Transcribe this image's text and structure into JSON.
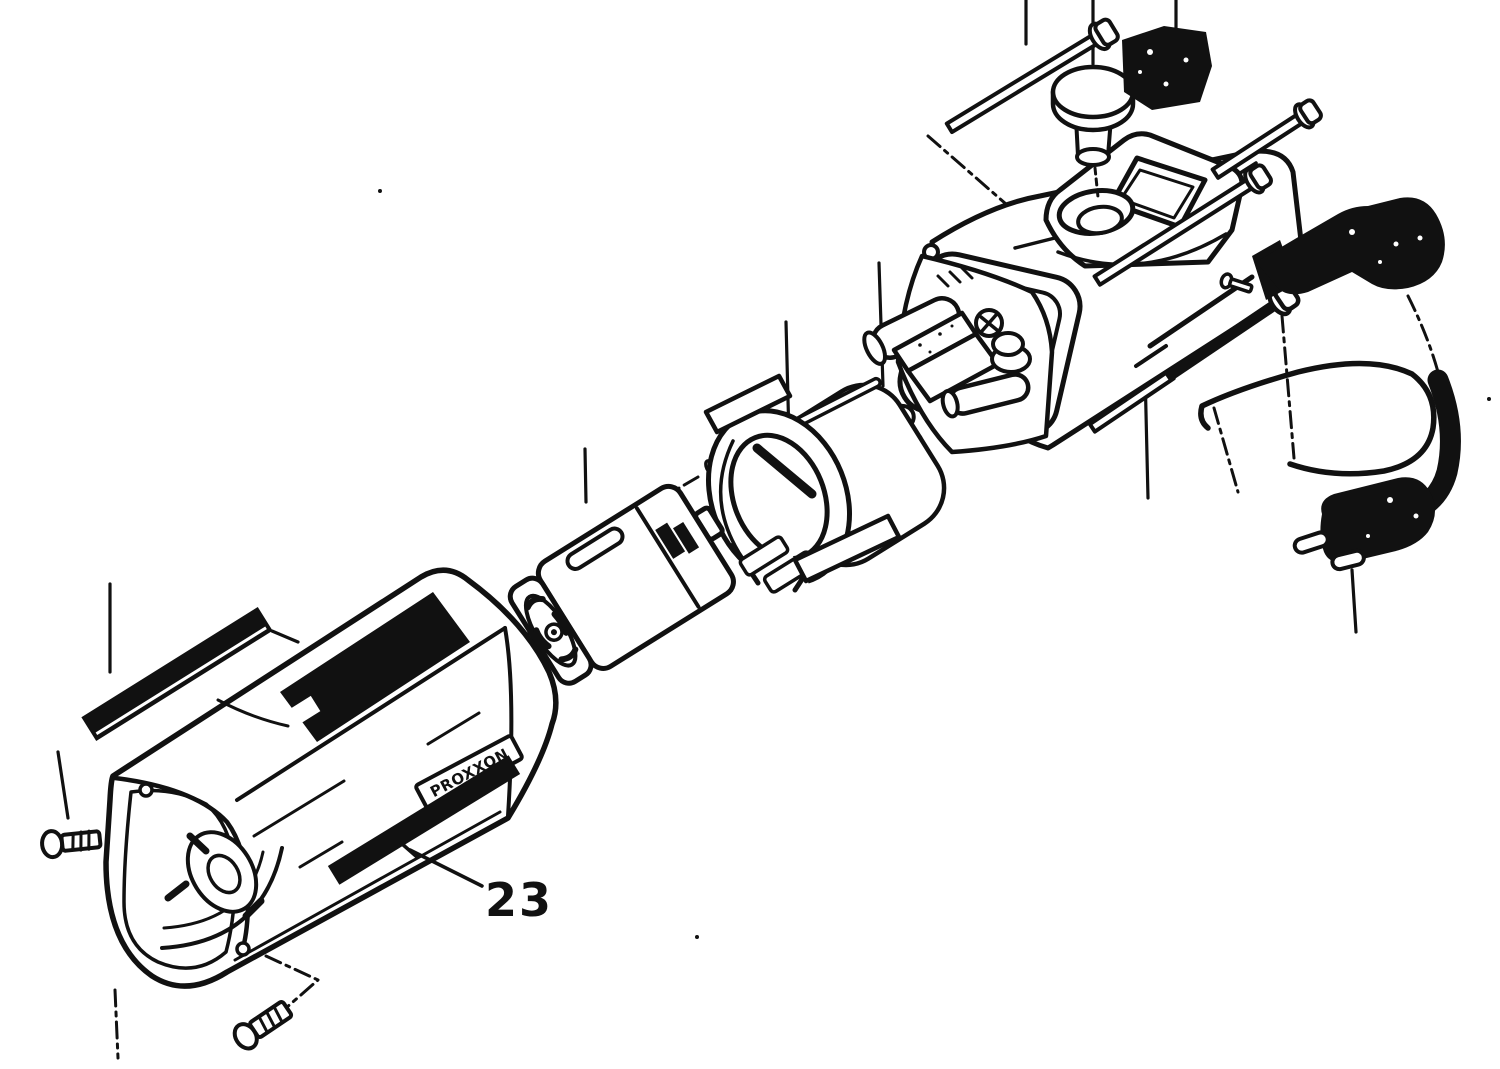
{
  "figure": {
    "type": "exploded-parts-diagram",
    "background": "#ffffff",
    "ink": "#111111",
    "callout_label": "23",
    "logo_text": "PROXXON"
  }
}
